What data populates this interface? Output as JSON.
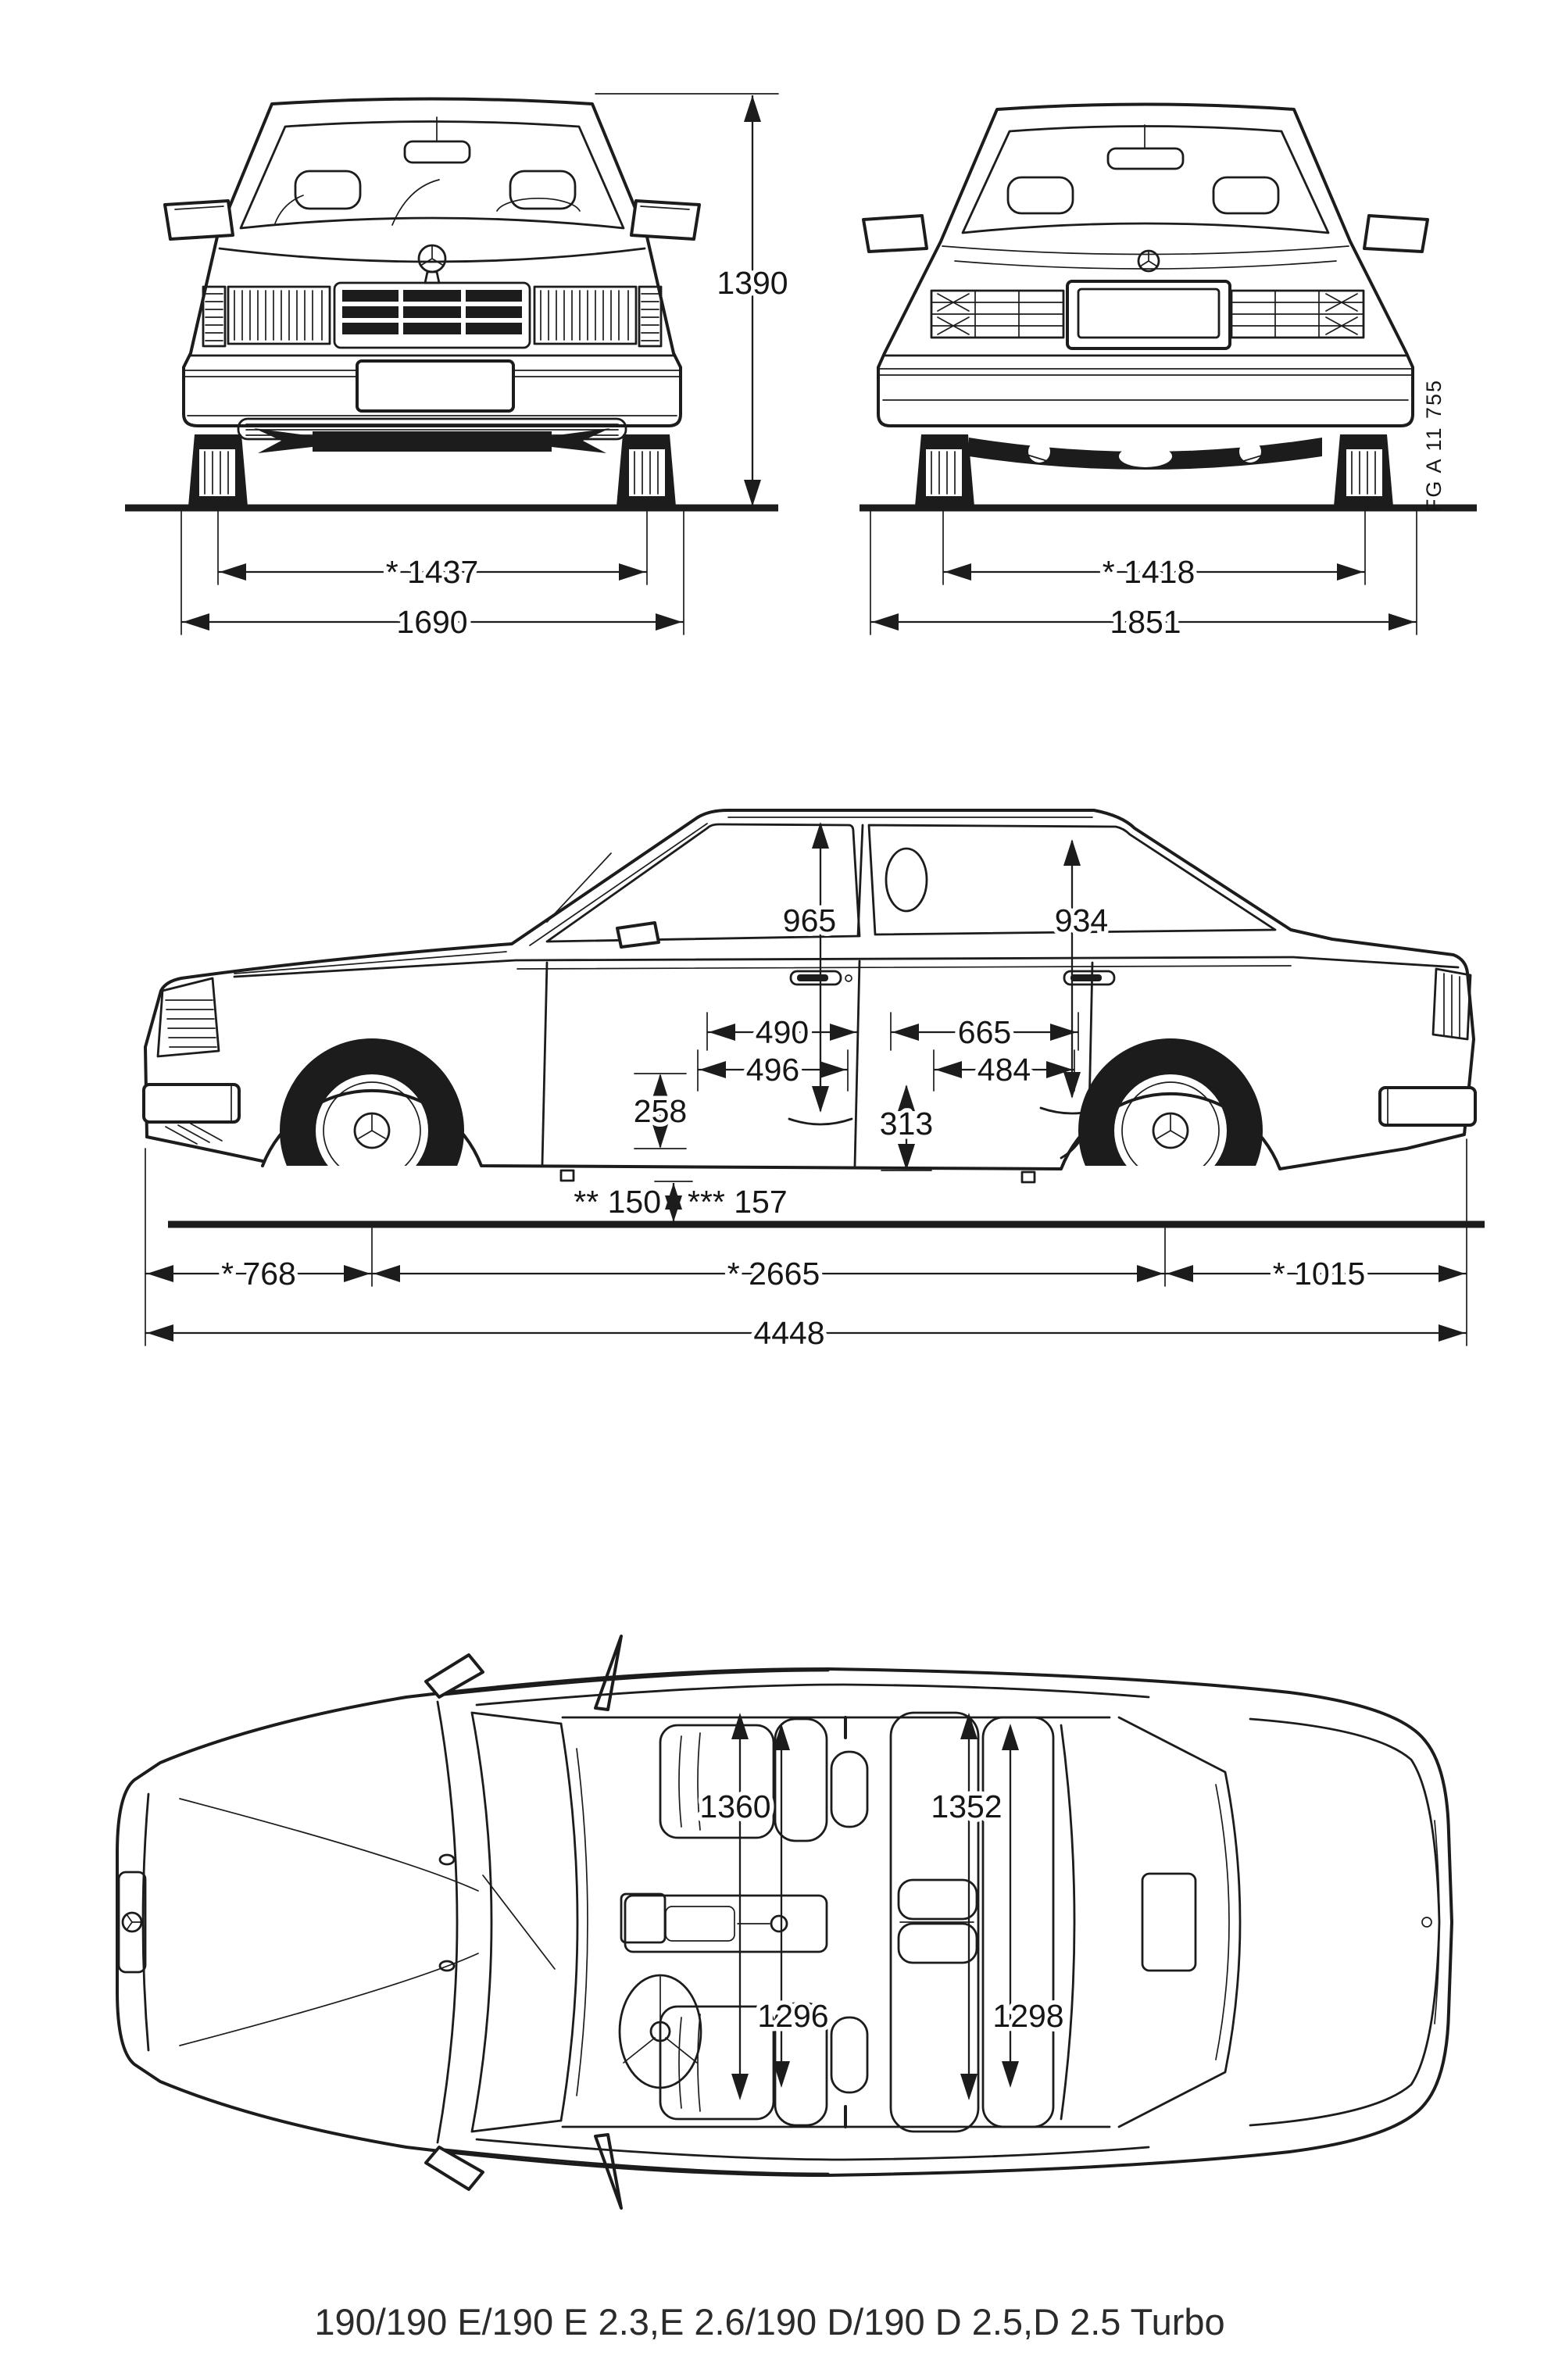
{
  "page": {
    "background": "#ffffff",
    "ink": "#1c1c1c",
    "caption": "190/190 E/190 E 2.3,E 2.6/190 D/190 D 2.5,D 2.5 Turbo",
    "drawing_ref": "FG A 11 755"
  },
  "views": {
    "front": {
      "overall_height": "1390",
      "front_track": "* 1437",
      "overall_width": "1690"
    },
    "rear": {
      "rear_track": "* 1418",
      "overall_width": "1851"
    },
    "side": {
      "front_headroom": "965",
      "rear_headroom": "934",
      "front_door_opening": "490",
      "rear_door_opening": "665",
      "front_seat_length": "496",
      "rear_seat_length": "484",
      "front_seat_height": "258",
      "rear_seat_height": "313",
      "ground_clearance_a": "** 150",
      "ground_clearance_b": "*** 157",
      "front_overhang": "* 768",
      "wheelbase": "* 2665",
      "rear_overhang": "* 1015",
      "overall_length": "4448"
    },
    "top": {
      "front_cabin_width_upper": "1360",
      "rear_cabin_width_upper": "1352",
      "front_cabin_width_lower": "1296",
      "rear_cabin_width_lower": "1298"
    }
  }
}
